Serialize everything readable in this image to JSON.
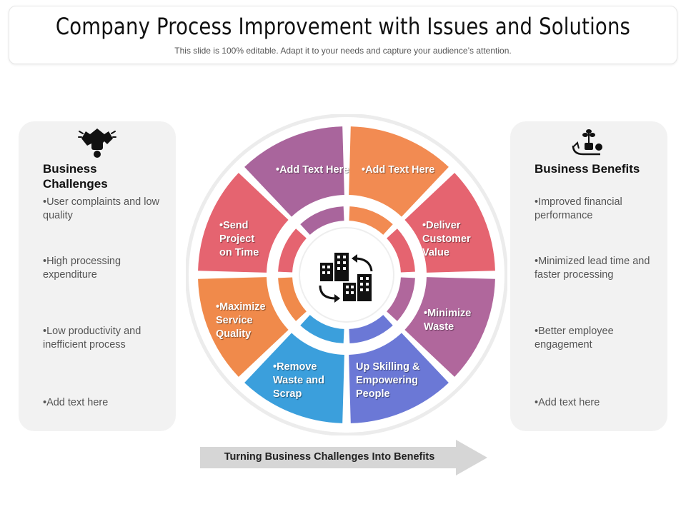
{
  "header": {
    "title": "Company Process Improvement with Issues and Solutions",
    "subtitle": "This slide is 100% editable. Adapt it to your needs and capture your audience’s attention."
  },
  "left_panel": {
    "icon": "handshake-icon",
    "heading": "Business Challenges",
    "items": [
      "•User complaints and low quality",
      "•High processing expenditure",
      "•Low productivity and inefficient process",
      "•Add text here"
    ]
  },
  "right_panel": {
    "icon": "money-plant-icon",
    "heading": "Business Benefits",
    "items": [
      "•Improved financial performance",
      "•Minimized lead time and faster processing",
      "•Better employee engagement",
      "•Add text here"
    ]
  },
  "wheel": {
    "center_icon": "buildings-cycle-icon",
    "segments": [
      {
        "label": "•Add Text Here",
        "color": "#f28b52"
      },
      {
        "label": "•Deliver Customer Value",
        "color": "#e56470"
      },
      {
        "label": "•Minimize Waste",
        "color": "#b0679c"
      },
      {
        "label": "Up Skilling & Empowering People",
        "color": "#6b78d6"
      },
      {
        "label": "•Remove Waste and Scrap",
        "color": "#3b9fdc"
      },
      {
        "label": "•Maximize Service Quality",
        "color": "#f08a4b"
      },
      {
        "label": "•Send Project on Time",
        "color": "#e56470"
      },
      {
        "label": "•Add Text Here",
        "color": "#a9659c"
      }
    ]
  },
  "footer_arrow": {
    "label": "Turning Business Challenges Into Benefits",
    "color": "#d6d6d6"
  }
}
